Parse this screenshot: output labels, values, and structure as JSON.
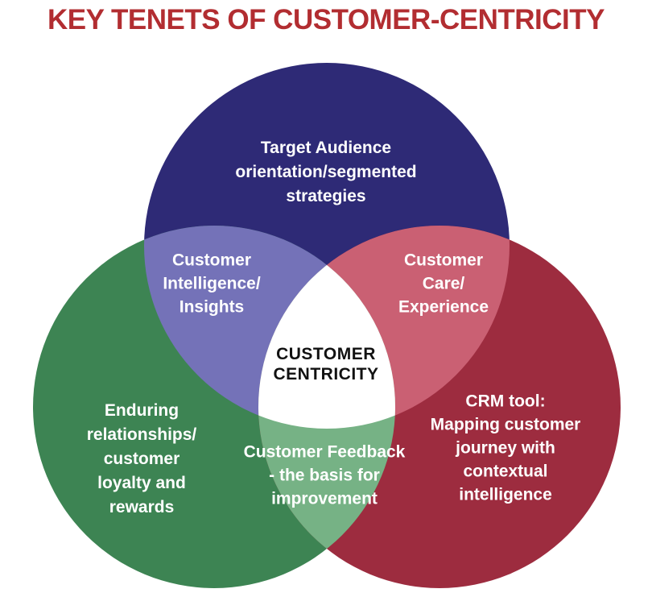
{
  "title": "KEY TENETS OF CUSTOMER-CENTRICITY",
  "colors": {
    "title_red": "#b22d31",
    "blue_circle": "#2e2a76",
    "green_circle": "#3d8453",
    "red_circle": "#9d2c3f",
    "purple_overlap": "#7472b8",
    "pink_overlap": "#ca6073",
    "light_green_overlap": "#76b285",
    "center_region": "#ffffff",
    "page_background": "#ffffff",
    "label_text": "#ffffff",
    "center_text": "#111111"
  },
  "venn": {
    "circles": {
      "top": {
        "label": "Target Audience\norientation/segmented\nstrategies"
      },
      "bottom_left": {
        "label": "Enduring\nrelationships/\ncustomer\nloyalty and\nrewards"
      },
      "bottom_right": {
        "label": "CRM tool:\nMapping customer\njourney with\ncontextual\nintelligence"
      }
    },
    "overlaps": {
      "top_left": {
        "label": "Customer\nIntelligence/\nInsights"
      },
      "top_right": {
        "label": "Customer\nCare/\nExperience"
      },
      "bottom": {
        "label": "Customer Feedback\n- the basis for\nimprovement"
      }
    },
    "center": {
      "label": "CUSTOMER\nCENTRICITY"
    }
  }
}
